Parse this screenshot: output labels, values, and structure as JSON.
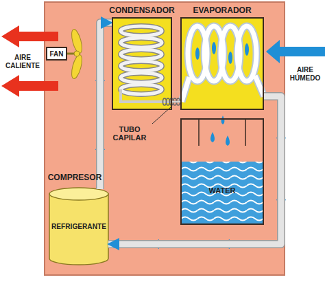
{
  "diagram": {
    "nodes": [
      {
        "text": [
          "CONDENSADOR"
        ]
      },
      {
        "text": [
          "EVAPORADOR"
        ]
      },
      {
        "text": [
          "FAN"
        ]
      },
      {
        "text": [
          "WATER"
        ]
      },
      {
        "text": [
          "COMPRESOR",
          "REFRIGERANTE"
        ]
      }
    ],
    "edges": [
      {
        "from": 4,
        "to": 0,
        "arrow": "to"
      },
      {
        "from": 0,
        "to": 1,
        "arrow": "none"
      },
      {
        "from": 1,
        "to": 4,
        "arrow": "to"
      }
    ],
    "labels": [
      "AIRE CALIENTE",
      "AIRE HÚMEDO",
      "TUBO CAPILAR"
    ]
  }
}
